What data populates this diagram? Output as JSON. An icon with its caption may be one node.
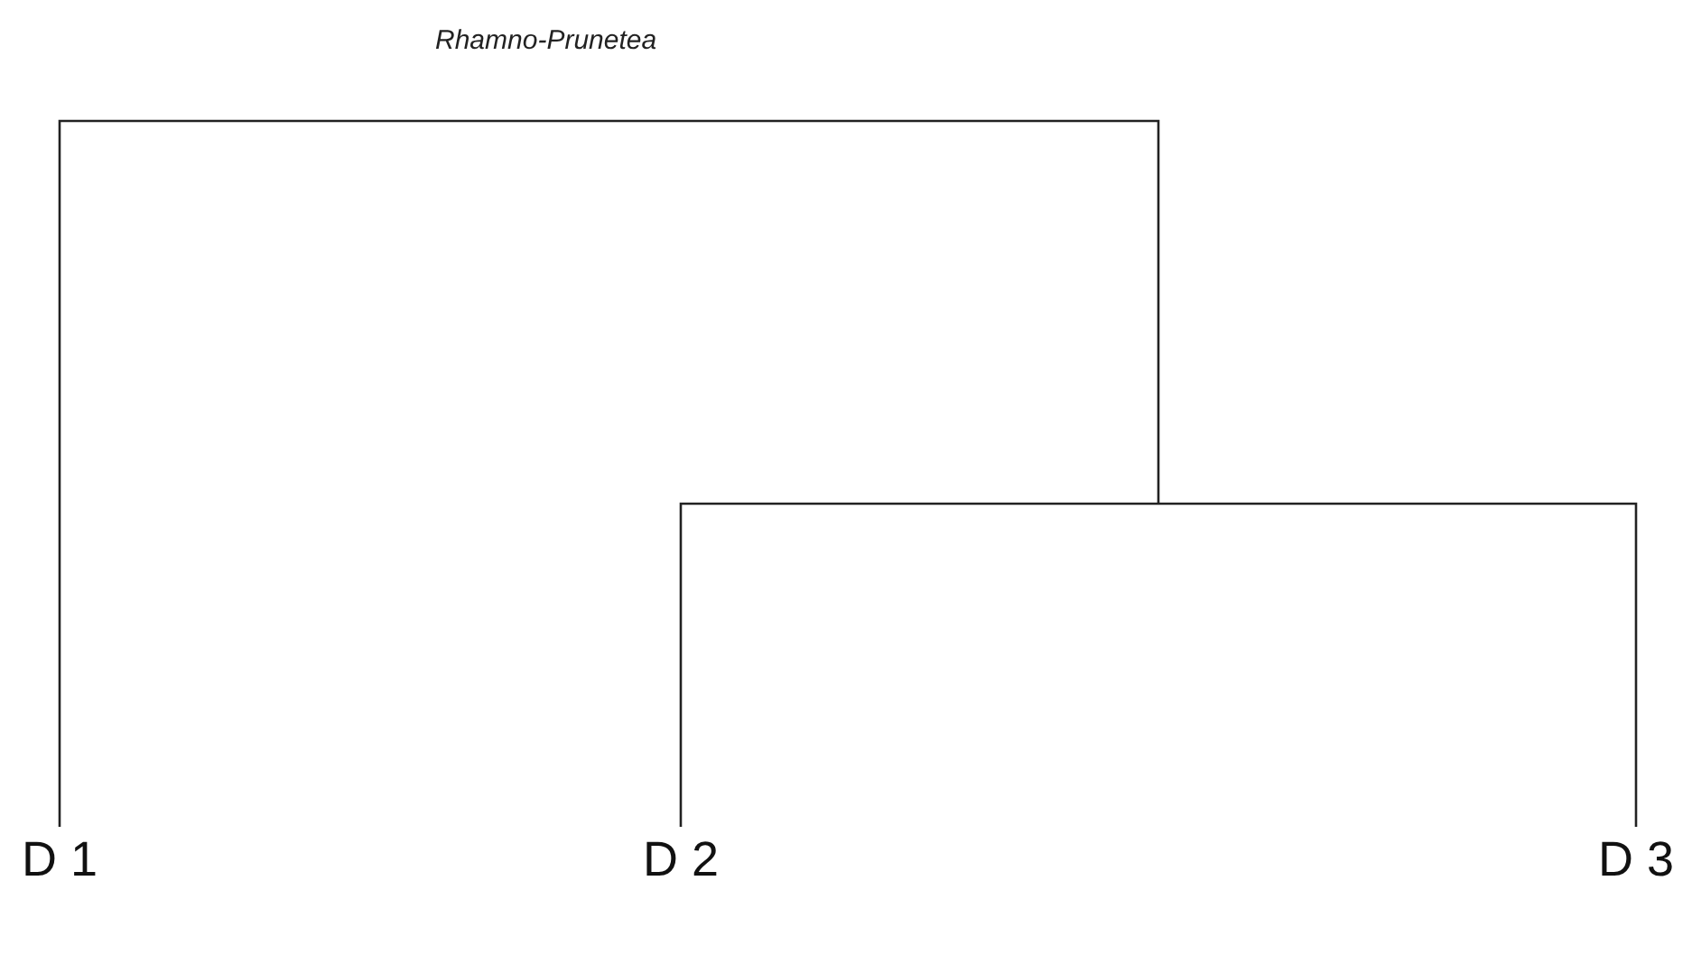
{
  "diagram": {
    "title": "Rhamno-Prunetea",
    "nodes": [
      {
        "text": [
          "D 1"
        ]
      },
      {
        "text": [
          "D 2"
        ]
      },
      {
        "text": [
          "D 3"
        ]
      }
    ],
    "edges": [
      {
        "from": 1,
        "to": 2,
        "arrow": "none"
      },
      {
        "from": 0,
        "to": null,
        "arrow": "none"
      }
    ]
  }
}
